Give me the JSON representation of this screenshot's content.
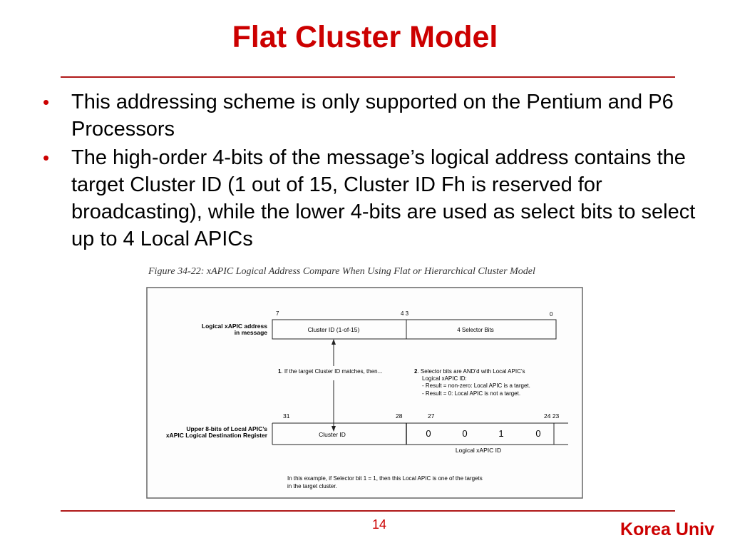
{
  "slide": {
    "title": "Flat Cluster Model",
    "bullets": [
      "This addressing scheme is only supported on the Pentium and P6 Processors",
      "The high-order 4-bits of the message’s logical address contains the target Cluster ID (1 out of 15, Cluster ID Fh is reserved for broadcasting), while the lower 4-bits are used as select bits to select up to 4 Local APICs"
    ],
    "page_number": "14",
    "footer": "Korea Univ"
  },
  "figure": {
    "caption": "Figure 34-22: xAPIC Logical Address Compare When Using Flat or Hierarchical Cluster Model",
    "top_label_line1": "Logical xAPIC address",
    "top_label_line2": "in message",
    "bit_7": "7",
    "bit_4_3": "4  3",
    "bit_0": "0",
    "cluster_field": "Cluster ID (1-of-15)",
    "selector_field": "4 Selector Bits",
    "step1_num": "1",
    "step1_text": ". If the target Cluster ID matches, then...",
    "step2_num": "2",
    "step2_line1": ". Selector bits are AND’d with Local APIC’s",
    "step2_line2": "Logical xAPIC ID:",
    "step2_line3": "- Result = non-zero: Local APIC is a target.",
    "step2_line4": "- Result = 0: Local APIC is not a target.",
    "bottom_label_line1": "Upper 8-bits of Local APIC’s",
    "bottom_label_line2": "xAPIC Logical Destination Register",
    "bit_31": "31",
    "bit_28": "28",
    "bit_27": "27",
    "bit_24_23": "24  23",
    "cluster_id_field": "Cluster ID",
    "selector_bits": [
      "0",
      "0",
      "1",
      "0"
    ],
    "logical_id_label": "Logical xAPIC ID",
    "example_line1": "In this example, if Selector bit 1 = 1, then this Local APIC is one of the targets",
    "example_line2": "in the target cluster."
  }
}
